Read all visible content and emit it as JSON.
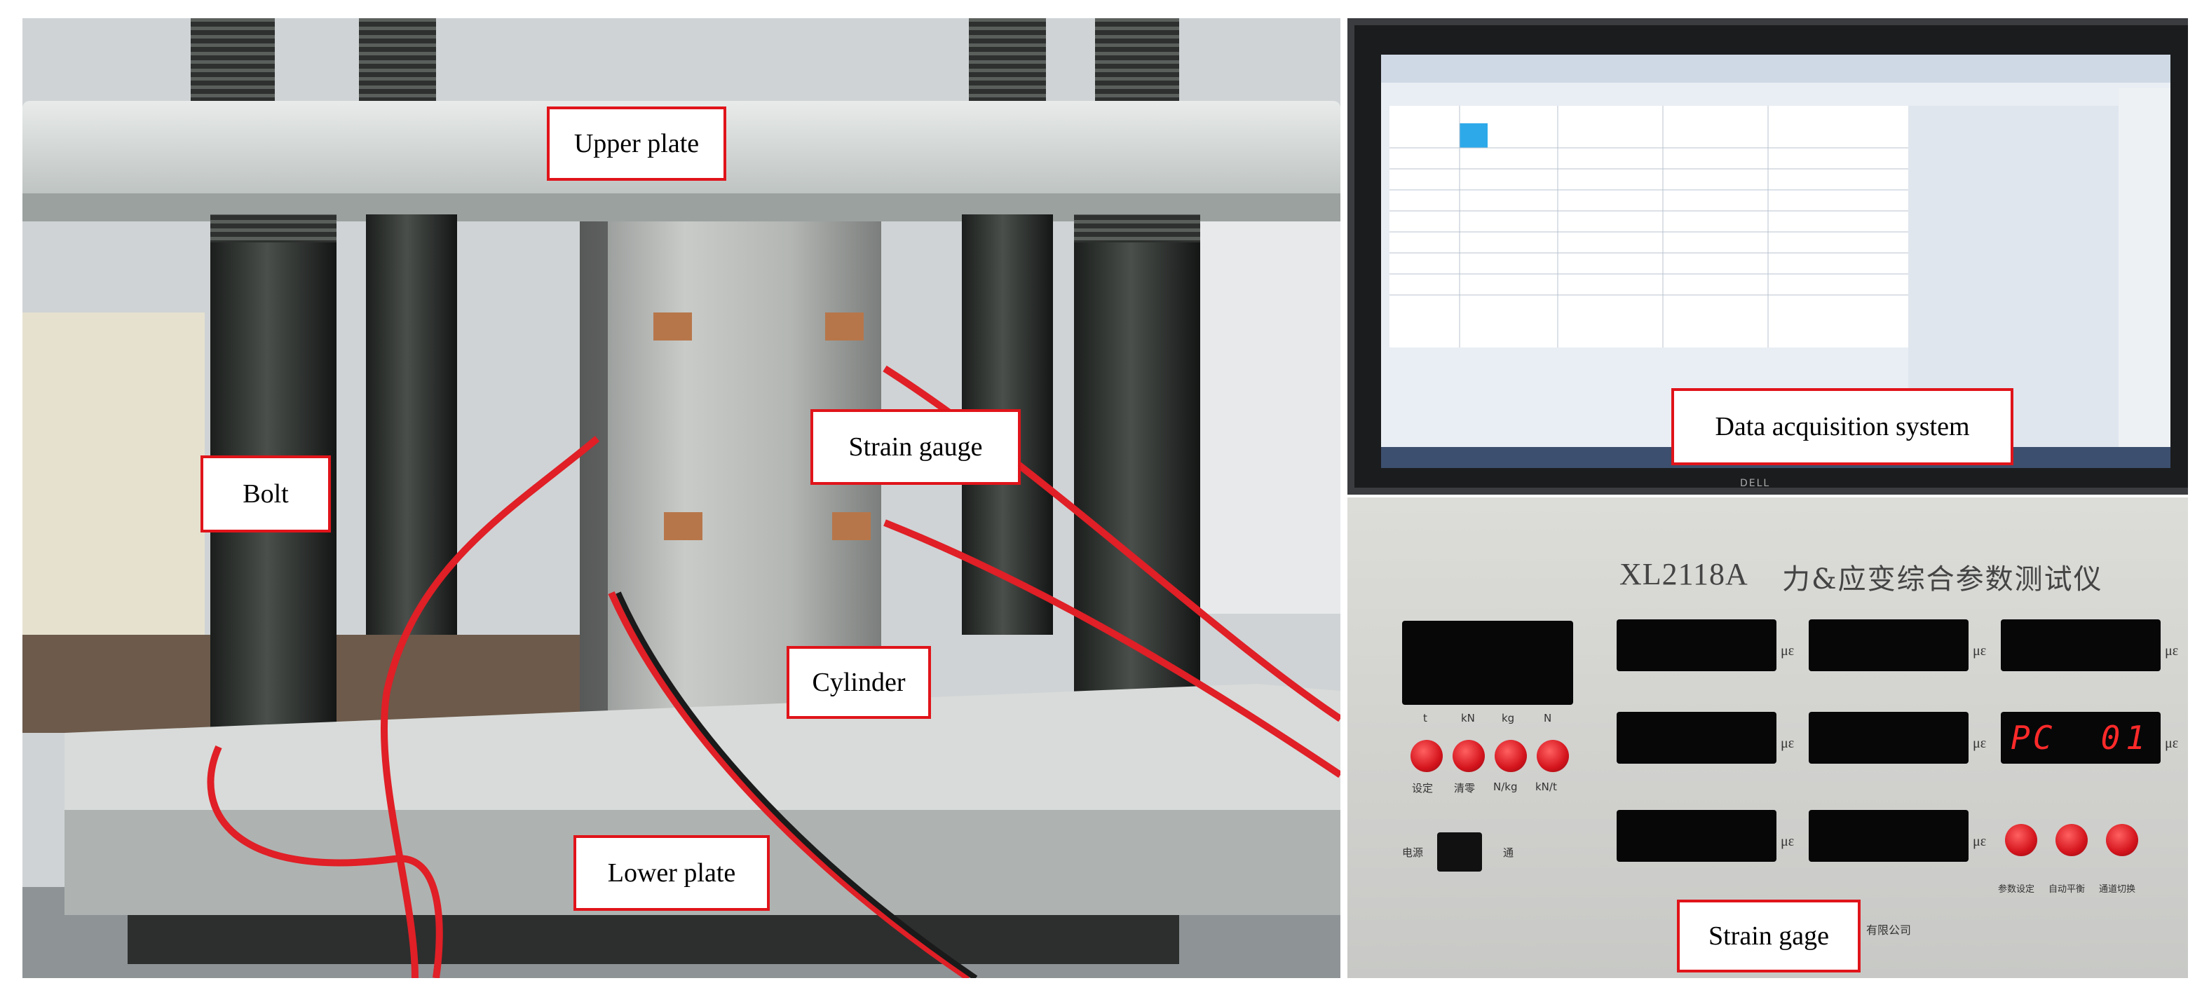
{
  "labels": {
    "upper_plate": "Upper plate",
    "bolt": "Bolt",
    "strain_gauge": "Strain gauge",
    "cylinder": "Cylinder",
    "lower_plate": "Lower plate",
    "data_acquisition": "Data acquisition system",
    "strain_gage": "Strain gage"
  },
  "instrument": {
    "model": "XL2118A",
    "title_cn": "力&应变综合参数测试仪",
    "unit_symbol": "με",
    "led_text": "PC",
    "led_channel": "01",
    "left_units": [
      "t",
      "kN",
      "kg",
      "N"
    ],
    "left_buttons": [
      "设定",
      "清零",
      "N/kg",
      "kN/t"
    ],
    "power_label": "电源",
    "power_state": "通",
    "right_buttons": [
      "参数设定",
      "自动平衡",
      "通道切换"
    ],
    "maker_suffix": "有限公司"
  },
  "monitor": {
    "brand": "DELL"
  },
  "colors": {
    "callout_border": "#e0141a",
    "led_red": "#ff2a2a",
    "wire_red": "#e01f26"
  }
}
